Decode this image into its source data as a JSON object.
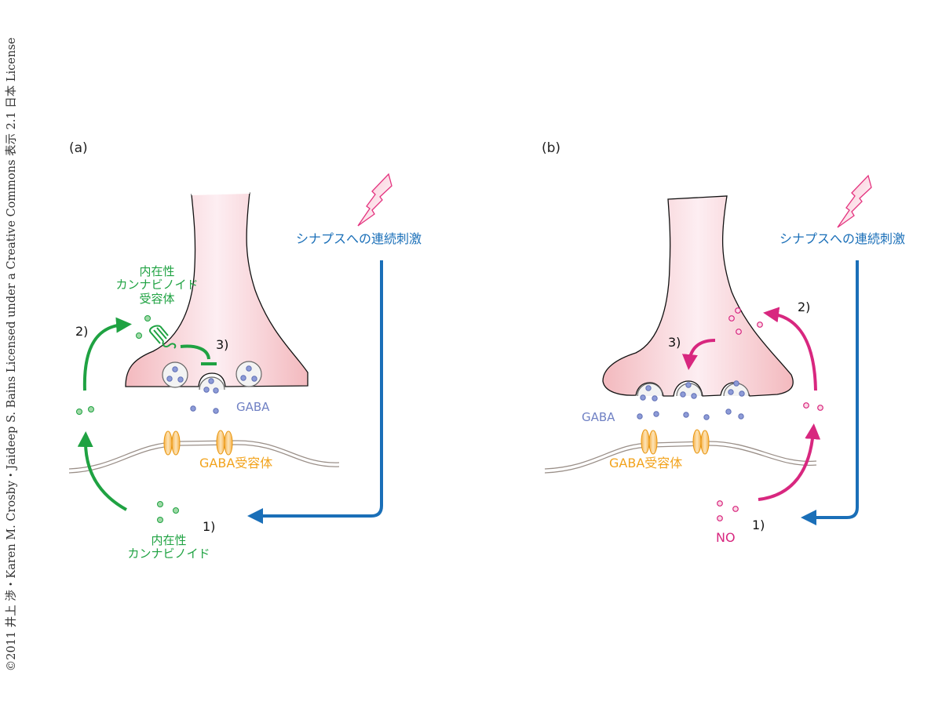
{
  "copyright": "©2011 井上 渉・Karen M. Crosby・Jaideep S. Bains Licensed under a Creative Commons 表示 2.1 日本 License",
  "colors": {
    "terminal_fill": "#f5c3c7",
    "terminal_highlight": "#fdeef2",
    "stimulus_blue": "#1a6fb8",
    "cannabinoid_green": "#1fa242",
    "no_magenta": "#d8277f",
    "gaba_purple": "#7081c4",
    "receptor_orange": "#f2a31c",
    "membrane_gray": "#9a8f88"
  },
  "panels": [
    {
      "id": "a",
      "label": "(a)",
      "stimulus_label": "シナプスへの連続刺激",
      "receptor_label": [
        "内在性",
        "カンナビノイド",
        "受容体"
      ],
      "messenger_label": [
        "内在性",
        "カンナビノイド"
      ],
      "gaba_label": "GABA",
      "gaba_receptor_label": "GABA受容体",
      "steps": [
        "1)",
        "2)",
        "3)"
      ],
      "step3_effect": "inhibition"
    },
    {
      "id": "b",
      "label": "(b)",
      "stimulus_label": "シナプスへの連続刺激",
      "messenger_label": [
        "NO"
      ],
      "gaba_label": "GABA",
      "gaba_receptor_label": "GABA受容体",
      "steps": [
        "1)",
        "2)",
        "3)"
      ],
      "step3_effect": "facilitation"
    }
  ]
}
